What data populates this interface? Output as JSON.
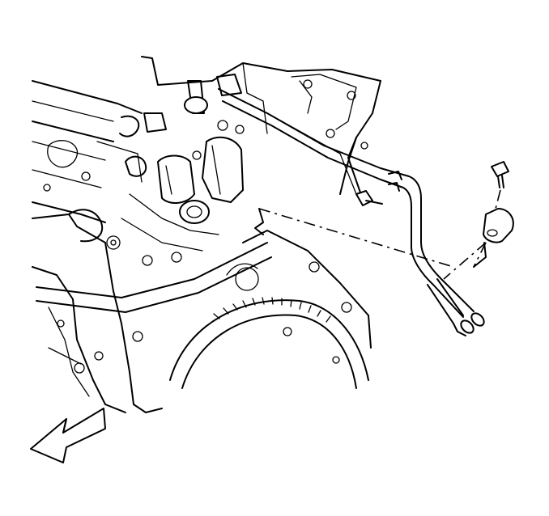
{
  "diagram": {
    "view": "engine-front-left",
    "line_color": "#000000",
    "background": "#ffffff",
    "icons": [
      "engine-block-drawing",
      "cylinder-head-drawing",
      "water-outlet-drawing",
      "flywheel-drawing",
      "transmission-cooler-pipes-drawing",
      "pipe-bracket-drawing",
      "retaining-bolt-drawing",
      "front-direction-arrow-icon"
    ]
  }
}
